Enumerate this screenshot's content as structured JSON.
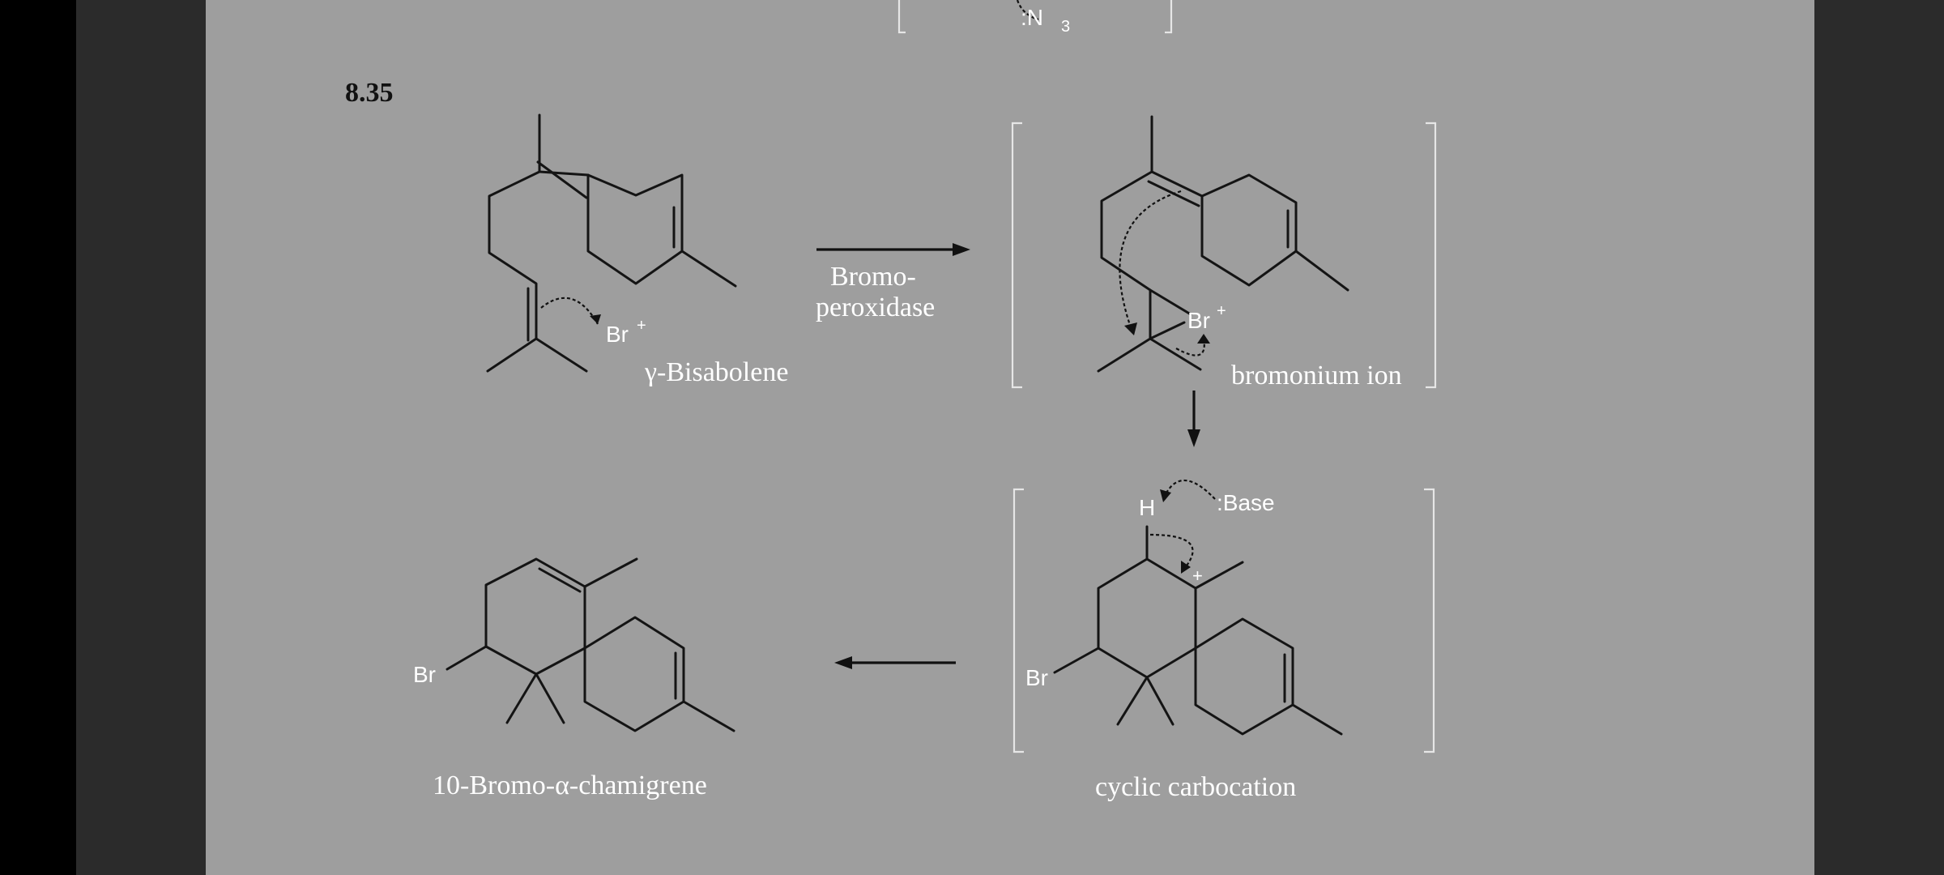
{
  "problem_number": "8.35",
  "top_fragment_label": ":N",
  "top_fragment_subscript": "3",
  "reactant": {
    "name": "γ-Bisabolene",
    "reagent_label": "Br",
    "reagent_charge": "+"
  },
  "step1": {
    "line1": "Bromo-",
    "line2": "peroxidase"
  },
  "intermediate1": {
    "name": "bromonium ion",
    "atom_label": "Br",
    "atom_charge": "+"
  },
  "intermediate2": {
    "name": "cyclic carbocation",
    "h_label": "H",
    "base_label": ":Base",
    "charge": "+",
    "br_label": "Br"
  },
  "product": {
    "name": "10-Bromo-α-chamigrene",
    "br_label": "Br"
  }
}
